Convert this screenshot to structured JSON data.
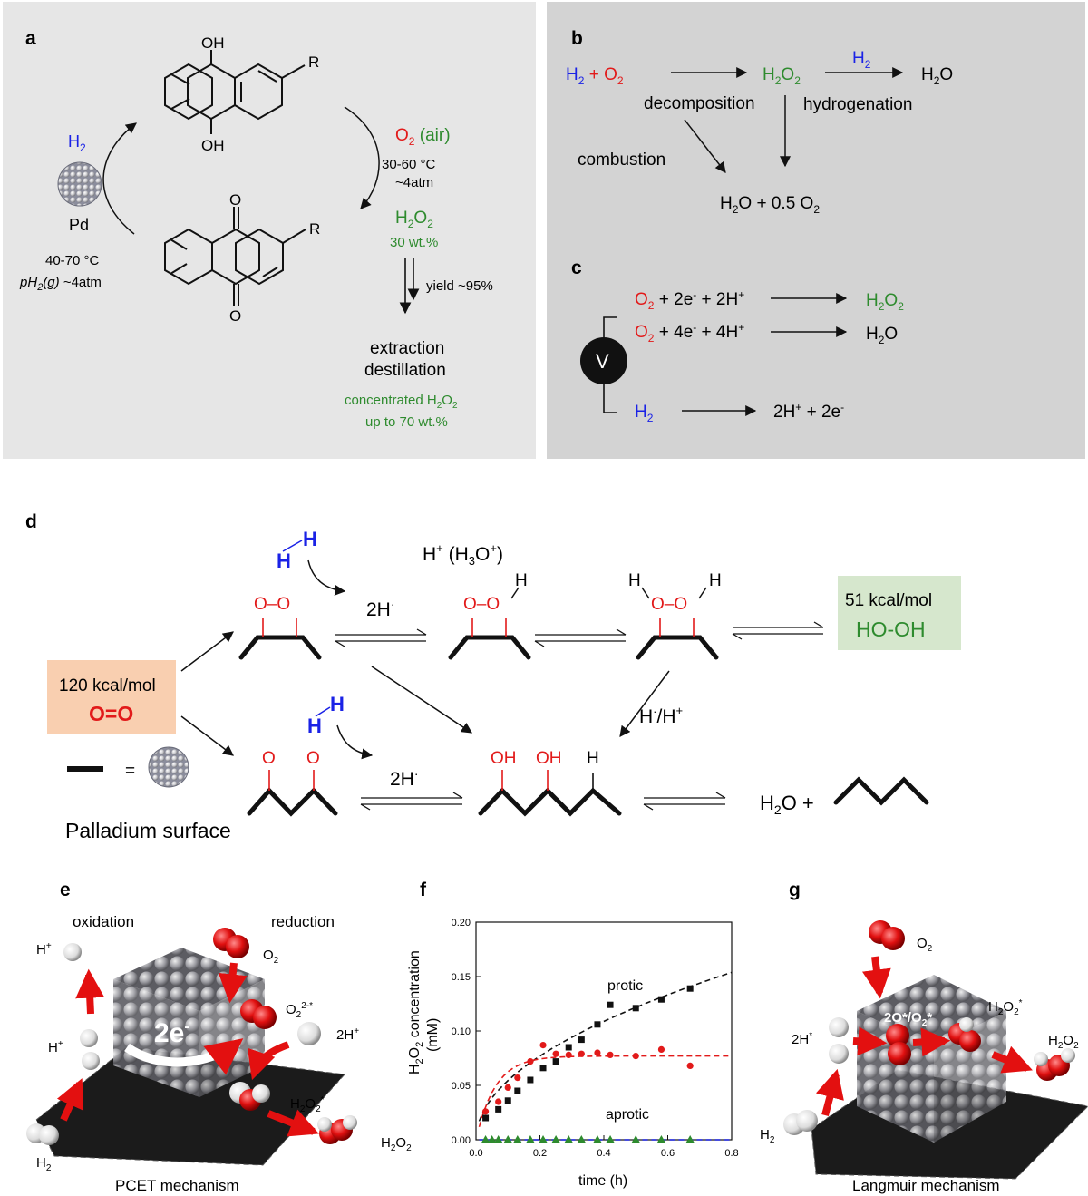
{
  "panel_labels": {
    "a": "a",
    "b": "b",
    "c": "c",
    "d": "d",
    "e": "e",
    "f": "f",
    "g": "g"
  },
  "colors": {
    "blue": "#1a22e6",
    "red": "#e21a1a",
    "green": "#2e8b2e",
    "panel_bg": "#e6e6e6",
    "panel_bg_b": "#d3d3d3",
    "orange_box": "#f9cfb0",
    "green_box": "#d6e7cd",
    "atom_red": "#dd1111"
  },
  "a": {
    "oh_top": "OH",
    "oh_bottom": "OH",
    "r_top": "R",
    "r_bottom": "R",
    "o_top": "O",
    "o_bottom": "O",
    "h2": "H",
    "h2_sub": "2",
    "pd": "Pd",
    "temp_left": "40-70 °C",
    "pressure_pre": "pH",
    "pressure_sub": "2",
    "pressure_mid": "(g)",
    "pressure_post": " ~4atm",
    "o2": "O",
    "o2_sub": "2",
    "o2_air": " (air)",
    "temp_right": "30-60 °C",
    "pressure_right": "~4atm",
    "h2o2_pre": "H",
    "h2o2_sub1": "2",
    "h2o2_mid": "O",
    "h2o2_sub2": "2",
    "h2o2_wt": "30 wt.%",
    "yield": "yield ~95%",
    "extraction": "extraction",
    "destillation": "destillation",
    "conc_pre": "concentrated H",
    "conc_sub1": "2",
    "conc_mid": "O",
    "conc_sub2": "2",
    "conc_wt": "up to 70 wt.%"
  },
  "b": {
    "h2": "H",
    "sub2": "2",
    "plus_o2": " + O",
    "h2o2_h": "H",
    "h2o2_o": "O",
    "h2o_h": "H",
    "h2o_o": "O",
    "decomposition": "decomposition",
    "hydrogenation": "hydrogenation",
    "combustion": "combustion",
    "product_pre": "H",
    "product_mid": "O + 0.5 O"
  },
  "c": {
    "r1_left_o": "O",
    "r1_left_rest": " + 2e",
    "r1_left_rest2": " + 2H",
    "minus": "-",
    "plus": "+",
    "r2_left_rest": " + 4e",
    "r2_left_rest2": " + 4H",
    "r3_left": "H",
    "r3_right": "2H",
    "r3_right_rest": " + 2e",
    "sub2": "2",
    "h": "H",
    "o": "O",
    "v": "V"
  },
  "d": {
    "o": "O",
    "h": "H",
    "oh": "OH",
    "dash": "–",
    "h_plus": "H",
    "h_plus_sup": "+",
    "h3o": " (H",
    "h3o_sub": "3",
    "h3o_o": "O",
    "h3o_sup": "+",
    "h3o_close": ")",
    "two_h": "2H",
    "dot": "·",
    "energy_oo": "120 kcal/mol",
    "oo_label": "O=O",
    "energy_hooh": "51 kcal/mol",
    "hooh_label": "HO-OH",
    "h_dot_h_plus": "H",
    "slash": "/H",
    "equals": "=",
    "palladium_surface": "Palladium surface",
    "water": "H",
    "water_o": "O +"
  },
  "e": {
    "oxidation": "oxidation",
    "reduction": "reduction",
    "h_plus": "H",
    "h_star": "H",
    "two_e": "2e",
    "o2": "O",
    "o2_star": "O",
    "o2_star_sup": "2-*",
    "two_h_plus": "2H",
    "h2o2_star": "H",
    "h2": "H",
    "h2o2": "H",
    "caption": "PCET mechanism"
  },
  "f": {
    "ylabel_pre": "H",
    "ylabel_mid": "O",
    "ylabel_post": " concentration",
    "ylabel_unit": "(mM)",
    "xlabel": "time (h)",
    "protic": "protic",
    "aprotic": "aprotic"
  },
  "g": {
    "o2": "O",
    "h2o2_star": "H",
    "two_h_star": "2H",
    "h2": "H",
    "h2o2": "H",
    "center": "2O*/O",
    "caption": "Langmuir mechanism"
  },
  "chart_data": {
    "type": "scatter",
    "title": "",
    "xlabel": "time (h)",
    "ylabel": "H2O2 concentration (mM)",
    "xlim": [
      0.0,
      0.8
    ],
    "ylim": [
      0.0,
      0.2
    ],
    "xticks": [
      "0.0",
      "0.2",
      "0.4",
      "0.6",
      "0.8"
    ],
    "yticks": [
      "0.00",
      "0.05",
      "0.10",
      "0.15",
      "0.20"
    ],
    "series": [
      {
        "name": "protic",
        "marker": "square",
        "color": "#111111",
        "x": [
          0.03,
          0.07,
          0.1,
          0.13,
          0.17,
          0.21,
          0.25,
          0.29,
          0.33,
          0.38,
          0.42,
          0.5,
          0.58,
          0.67
        ],
        "y": [
          0.02,
          0.028,
          0.036,
          0.045,
          0.055,
          0.066,
          0.072,
          0.085,
          0.092,
          0.106,
          0.124,
          0.121,
          0.129,
          0.139
        ]
      },
      {
        "name": "",
        "marker": "circle",
        "color": "#e21a1a",
        "x": [
          0.03,
          0.07,
          0.1,
          0.13,
          0.17,
          0.21,
          0.25,
          0.29,
          0.33,
          0.38,
          0.42,
          0.5,
          0.58,
          0.67
        ],
        "y": [
          0.026,
          0.035,
          0.048,
          0.057,
          0.072,
          0.087,
          0.079,
          0.078,
          0.079,
          0.08,
          0.078,
          0.077,
          0.083,
          0.068
        ]
      },
      {
        "name": "aprotic",
        "marker": "triangle",
        "color": "#2e8b2e",
        "x": [
          0.03,
          0.05,
          0.07,
          0.1,
          0.13,
          0.17,
          0.21,
          0.25,
          0.29,
          0.33,
          0.38,
          0.42,
          0.5,
          0.58,
          0.67
        ],
        "y": [
          0,
          0,
          0,
          0,
          0,
          0,
          0,
          0,
          0,
          0,
          0,
          0,
          0,
          0,
          0
        ]
      }
    ],
    "fits": [
      {
        "name": "protic fit",
        "style": "dashed",
        "color": "#111111",
        "form": "0.17*x^0.5 approx"
      },
      {
        "name": "red fit",
        "style": "dashed",
        "color": "#e21a1a",
        "form": "0.077*(1-exp(-x/0.06))"
      },
      {
        "name": "aprotic fit",
        "style": "dashed",
        "color": "#1a22e6",
        "form": "0"
      }
    ]
  }
}
